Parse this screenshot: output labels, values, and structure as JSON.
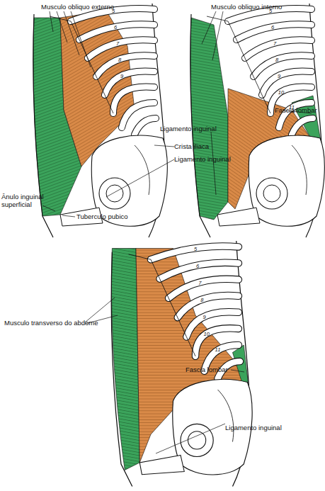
{
  "diagram": {
    "labels": [
      "Musculo obliquo externo",
      "5",
      "6",
      "7",
      "8",
      "9",
      "Crista iliaca",
      "Ligamento inguinal",
      "Ânulo inguinal superficial",
      "Tuberculo pubico",
      "Musculo obliquo interno",
      "5",
      "6",
      "7",
      "8",
      "9",
      "10",
      "11",
      "Fascia lombar",
      "Ligamento inguinal",
      "Musculo transverso do abdome",
      "5",
      "6",
      "7",
      "8",
      "9",
      "10",
      "11",
      "Fascia lombar",
      "Ligamento inguinal"
    ]
  }
}
